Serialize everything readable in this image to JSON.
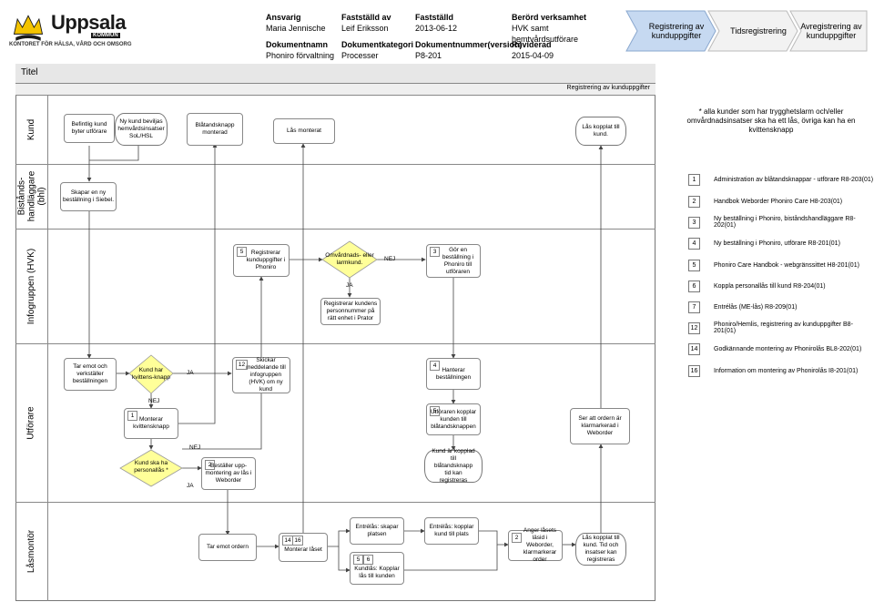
{
  "logo": {
    "name": "Uppsala",
    "kommun": "KOMMUN",
    "tagline": "KONTORET FÖR HÄLSA, VÅRD OCH OMSORG"
  },
  "header": {
    "labels": {
      "ansvarig": "Ansvarig",
      "faststalld_av": "Fastställd av",
      "faststalld": "Fastställd",
      "berord_verksamhet": "Berörd verksamhet",
      "dokumentnamn": "Dokumentnamn",
      "dokumentkategori": "Dokumentkategori",
      "dokumentnummer": "Dokumentnummer(version)",
      "reviderad": "Reviderad"
    },
    "values": {
      "ansvarig": "Maria Jennische",
      "faststalld_av": "Leif Eriksson",
      "faststalld": "2013-06-12",
      "berord_verksamhet": "HVK samt hemtvårdsutförare",
      "dokumentnamn": "Phoniro förvaltning",
      "dokumentkategori": "Processer",
      "dokumentnummer": "P8-201",
      "reviderad": "2015-04-09"
    }
  },
  "process_tabs": [
    {
      "label": "Registrering av kunduppgifter",
      "active": true
    },
    {
      "label": "Tidsregistrering",
      "active": false
    },
    {
      "label": "Avregistrering av kunduppgifter",
      "active": false
    }
  ],
  "diagram": {
    "title": "Titel",
    "phase": "Registrering av kunduppgifter",
    "lanes": [
      "Kund",
      "Bistånds-handläggare (bhl)",
      "Infogruppen (HVK)",
      "Utförare",
      "Låsmontör"
    ],
    "nodes": {
      "befintlig": "Befintlig kund byter utförare",
      "ny_kund": "Ny kund beviljas hemvårdsinsatser SoL/HSL",
      "blatand": "Blåtandsknapp monterad",
      "las_monterat": "Lås monterat",
      "las_kopplat": "Lås kopplat till kund.",
      "skapar": "Skapar en ny beställning i Siebel.",
      "registrerar": "Registrerar kunduppgifter i Phoniro",
      "registrerar_num": "5",
      "omvardnad": "Omvårdnads- eller larmkund.",
      "gor_en": "Gör en beställning i Phoniro till utföraren",
      "gor_en_num": "3",
      "registrerar_kundens": "Registrerar kundens personnummer på rätt enhet i Prator",
      "tar_emot": "Tar emot och verkställer beställningen",
      "kund_har": "Kund har kvittens-knapp",
      "skickar": "Skickar meddelande till infogruppen (HVK) om ny kund",
      "skickar_num": "12",
      "hanterar": "Hanterar beställningen",
      "hanterar_num": "4",
      "monterar": "Monterar kvittensknapp",
      "monterar_num": "1",
      "utforaren_kopplar": "Utföraren kopplar kunden till blåtandsknappen",
      "utforaren_kopplar_num": "5",
      "ser_att": "Ser att ordern är klarmarkerad i Weborder",
      "kund_ska_ha": "Kund ska ha personallås *",
      "bestaller": "Beställer upp-montering av lås i Weborder",
      "bestaller_num": "2",
      "kund_ar_kopplad": "Kund är kopplad till blåtandsknapp tid kan registreras",
      "tar_emot_ordern": "Tar emot ordern",
      "monterar_laset": "Monterar låset",
      "monterar_laset_num1": "14",
      "monterar_laset_num2": "16",
      "entre_skapar": "Entrélås: skapar platsen",
      "entre_kopplar": "Entrélås: kopplar kund till plats",
      "kundlas": "Kundlås: Kopplar lås till kunden",
      "kundlas_num1": "5",
      "kundlas_num2": "6",
      "anger": "Anger låsets läsid i Weborder, klarmarkerar order",
      "anger_num": "2",
      "las_kopplat_tid": "Lås kopplat till kund. Tid och insatser kan registreras"
    },
    "flow_labels": {
      "nej1": "NEJ",
      "ja1": "JA",
      "ja2": "JA",
      "nej2": "NEJ",
      "nej3": "NEJ",
      "ja3": "JA"
    }
  },
  "note": "* alla kunder som har trygghetslarm och/eller omvårdnadsinsatser ska ha ett lås, övriga kan ha en kvittensknapp",
  "references": [
    {
      "num": "1",
      "text": "Administration av blåtandsknappar - utförare R8-203(01)"
    },
    {
      "num": "2",
      "text": "Handbok Weborder Phoniro Care H8-203(01)"
    },
    {
      "num": "3",
      "text": "Ny beställning i Phoniro, biståndshandläggare R8-202(01)"
    },
    {
      "num": "4",
      "text": "Ny beställning i Phoniro, utförare R8-201(01)"
    },
    {
      "num": "5",
      "text": "Phoniro Care Handbok - webgränssittet H8-201(01)"
    },
    {
      "num": "6",
      "text": "Koppla personallås till kund R8-204(01)"
    },
    {
      "num": "7",
      "text": "Entrélås (ME-lås) R8-209(01)"
    },
    {
      "num": "12",
      "text": "Phoniro/Hemlis, registrering av kunduppgifter B8-201(01)"
    },
    {
      "num": "14",
      "text": "Godkännande montering av Phonirolås BL8-202(01)"
    },
    {
      "num": "16",
      "text": "Information om montering av Phonirolås I8-201(01)"
    }
  ],
  "colors": {
    "decision_fill": "#ffff99",
    "tab_active": "#c6d9f1",
    "tab_inactive": "#f2f2f2",
    "lane_bg": "#f7f7f7"
  }
}
